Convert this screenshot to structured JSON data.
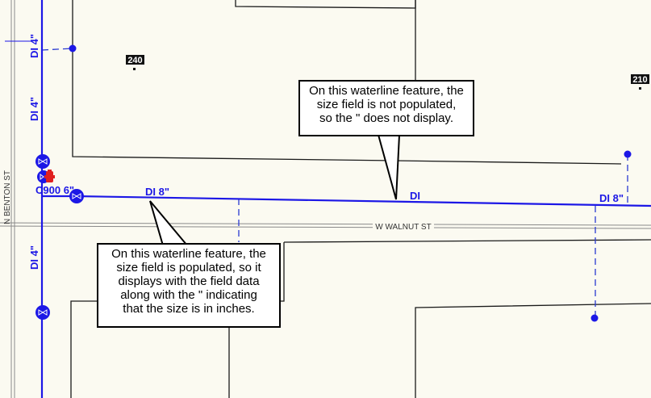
{
  "colors": {
    "background": "#fbfaf1",
    "parcel_line": "#1a1a1a",
    "water_main": "#1c17e6",
    "service_line": "#2a3ad0",
    "road_line": "#8a8a8a",
    "label_blue": "#1c17e6",
    "hydrant_red": "#e02020",
    "address_bg": "#111111",
    "address_text": "#ffffff"
  },
  "labels": {
    "di4_top": "DI 4\"",
    "di4_mid": "DI 4\"",
    "di4_bottom": "DI 4\"",
    "c900": "C900 6\"",
    "di8_left": "DI 8\"",
    "di_center": "DI",
    "di8_right": "DI 8\"",
    "street_ns": "N BENTON ST",
    "street_ew": "W WALNUT ST",
    "address_240": "240",
    "address_210": "210"
  },
  "callouts": {
    "top": {
      "lines": [
        "On this waterline feature, the",
        "size field is not populated,",
        "so the \" does not display."
      ]
    },
    "bottom": {
      "lines": [
        "On this waterline feature, the",
        "size field is populated, so it",
        "displays with the field data",
        "along with the \" indicating",
        "that the size is in inches."
      ]
    }
  },
  "icons": {
    "valve": "gate-valve-icon",
    "hydrant": "fire-hydrant-icon",
    "node": "junction-node-icon"
  }
}
